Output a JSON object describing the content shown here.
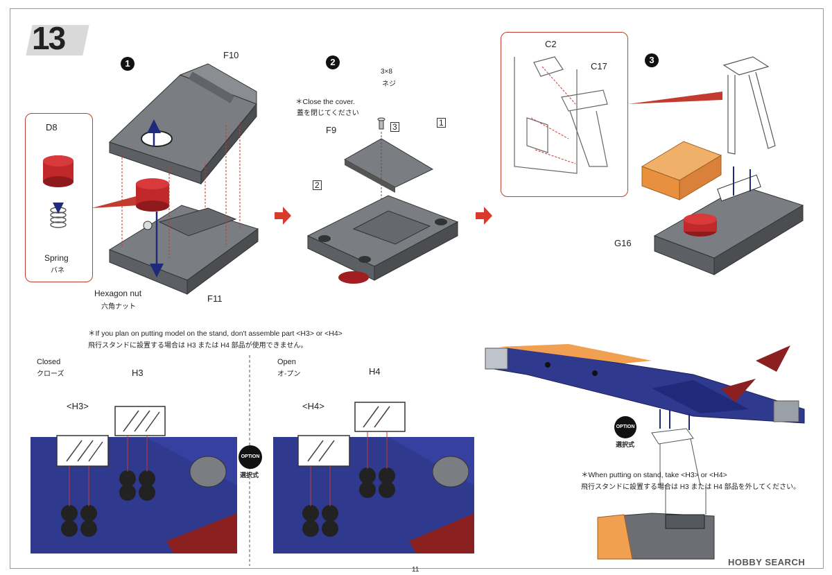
{
  "step": {
    "number": "13"
  },
  "sub1": {
    "num": "1",
    "labels": {
      "f10": "F10",
      "f11": "F11",
      "d8": "D8",
      "spring_en": "Spring",
      "spring_jp": "バネ",
      "nut_en": "Hexagon nut",
      "nut_jp": "六角ナット"
    }
  },
  "sub2": {
    "num": "2",
    "screw": "3×8",
    "screw_jp": "ネジ",
    "note_en": "＊Close the cover.",
    "note_jp": "蓋を閉じてください",
    "f9": "F9",
    "box1": "1",
    "box2": "2",
    "box3": "3"
  },
  "sub3": {
    "num": "3",
    "c2": "C2",
    "c17": "C17",
    "g16": "G16"
  },
  "stand_note": {
    "en": "＊If you plan on putting model on the stand, don't assemble part <H3> or <H4>",
    "jp": "飛行スタンドに設置する場合は H3 または H4 部品が使用できません。"
  },
  "closed": {
    "en": "Closed",
    "jp": "クローズ",
    "part": "H3",
    "part_alt": "<H3>"
  },
  "open": {
    "en": "Open",
    "jp": "オ-プン",
    "part": "H4",
    "part_alt": "<H4>"
  },
  "option": {
    "badge": "OPTION",
    "jp": "選択式"
  },
  "option_right": {
    "badge": "OPTION",
    "jp": "選択式"
  },
  "stand_note2": {
    "en": "＊When putting on stand, take <H3> or <H4>",
    "jp": "飛行スタンドに設置する場合は H3 または H4 部品を外してください。"
  },
  "page": {
    "number": "11"
  },
  "watermark": "HOBBY SEARCH",
  "colors": {
    "red": "#c0282a",
    "gray": "#6b6e73",
    "grayDark": "#4a4c50",
    "blue": "#2f3a8f",
    "orange": "#f0a050",
    "frame": "#c23b2e"
  }
}
